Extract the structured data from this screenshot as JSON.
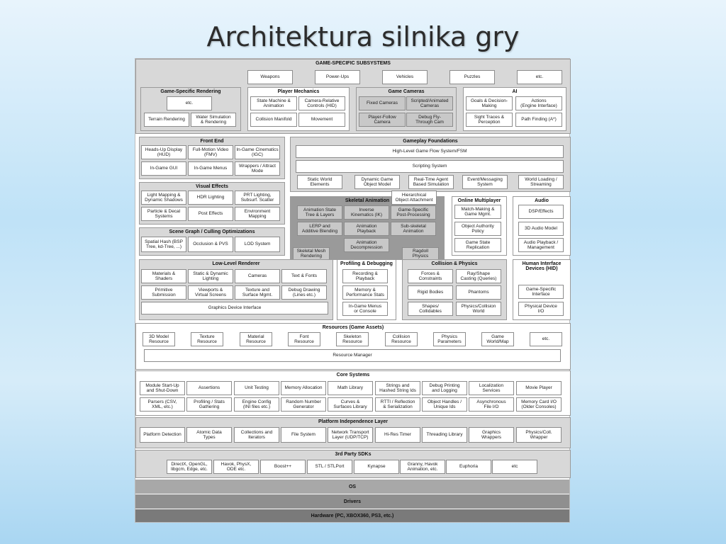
{
  "title": "Architektura silnika gry",
  "game_specific": {
    "header": "GAME-SPECIFIC SUBSYSTEMS",
    "top": [
      "Weapons",
      "Power-Ups",
      "Vehicles",
      "Puzzles",
      "etc."
    ],
    "rendering": {
      "header": "Game-Specific Rendering",
      "items": [
        "etc.",
        "Terrain Rendering",
        "Water Simulation\n& Rendering"
      ]
    },
    "player": {
      "header": "Player Mechanics",
      "items": [
        "State Machine &\nAnimation",
        "Camera-Relative\nControls (HID)",
        "Collision Manifold",
        "Movement"
      ]
    },
    "cameras": {
      "header": "Game Cameras",
      "items": [
        "Fixed Cameras",
        "Scripted/Animated\nCameras",
        "Player-Follow\nCamera",
        "Debug Fly-\nThrough Cam"
      ]
    },
    "ai": {
      "header": "AI",
      "items": [
        "Goals & Decision-\nMaking",
        "Actions\n(Engine Interface)",
        "Sight Traces &\nPerception",
        "Path Finding (A*)"
      ]
    }
  },
  "front_end": {
    "header": "Front End",
    "items": [
      "Heads-Up Display\n(HUD)",
      "Full-Motion Video\n(FMV)",
      "In-Game Cinematics\n(IGC)",
      "In-Game GUI",
      "In-Game Menus",
      "Wrappers / Attract\nMode"
    ]
  },
  "visual_effects": {
    "header": "Visual Effects",
    "items": [
      "Light Mapping &\nDynamic Shadows",
      "HDR Lighting",
      "PRT Lighting,\nSubsurf. Scatter",
      "Particle & Decal\nSystems",
      "Post Effects",
      "Environment\nMapping"
    ]
  },
  "scene_graph": {
    "header": "Scene Graph / Culling Optimizations",
    "items": [
      "Spatial Hash (BSP\nTree, kd-Tree, ...)",
      "Occlusion  & PVS",
      "LOD System"
    ]
  },
  "gameplay": {
    "header": "Gameplay Foundations",
    "flow": "High-Level Game Flow System/FSM",
    "scripting": "Scripting System",
    "items": [
      "Static World\nElements",
      "Dynamic Game\nObject Model",
      "Real-Time Agent\nBased Simulation",
      "Event/Messaging\nSystem",
      "World Loading /\nStreaming"
    ]
  },
  "skeletal": {
    "header": "Skeletal Animation",
    "hier": "Hierarchical\nObject Attachment",
    "items": [
      "Animation State\nTree & Layers",
      "Inverse\nKinematics (IK)",
      "Game-Specific\nPost-Processing",
      "LERP and\nAdditive Blending",
      "Animation\nPlayback",
      "Sub-skeletal\nAnimation",
      "Animation\nDecompression"
    ],
    "mesh": "Skeletal Mesh\nRendering",
    "ragdoll": "Ragdoll\nPhysics"
  },
  "online": {
    "header": "Online Multiplayer",
    "items": [
      "Match-Making &\nGame Mgmt.",
      "Object Authority\nPolicy",
      "Game State\nReplication"
    ]
  },
  "audio": {
    "header": "Audio",
    "items": [
      "DSP/Effects",
      "3D Audio Model",
      "Audio Playback /\nManagement"
    ]
  },
  "low_level": {
    "header": "Low-Level Renderer",
    "items": [
      "Materials &\nShaders",
      "Static & Dynamic\nLighting",
      "Cameras",
      "Text & Fonts",
      "Primitive\nSubmission",
      "Viewports &\nVirtual Screens",
      "Texture and\nSurface Mgmt.",
      "Debug Drawing\n(Lines etc.)"
    ],
    "gdi": "Graphics Device Interface"
  },
  "profiling": {
    "header": "Profiling & Debugging",
    "items": [
      "Recording &\nPlayback",
      "Memory &\nPerformance Stats",
      "In-Game Menus\nor Console"
    ]
  },
  "collision": {
    "header": "Collision & Physics",
    "items": [
      "Forces &\nConstraints",
      "Ray/Shape\nCasting (Queries)",
      "Rigid Bodies",
      "Phantoms",
      "Shapes/\nCollidables",
      "Physics/Collision\nWorld"
    ]
  },
  "hid": {
    "header": "Human Interface\nDevices (HID)",
    "items": [
      "Game-Specific\nInterface",
      "Physical Device\nI/O"
    ]
  },
  "resources": {
    "header": "Resources (Game Assets)",
    "items": [
      "3D Model\nResource",
      "Texture\nResource",
      "Material\nResource",
      "Font\nResource",
      "Skeleton\nResource",
      "Collision\nResource",
      "Physics\nParameters",
      "Game\nWorld/Map",
      "etc."
    ],
    "manager": "Resource Manager"
  },
  "core": {
    "header": "Core Systems",
    "row1": [
      "Module Start-Up\nand Shut-Down",
      "Assertions",
      "Unit Testing",
      "Memory Allocation",
      "Math Library",
      "Strings and\nHashed String Ids",
      "Debug Printing\nand Logging",
      "Localization\nServices",
      "Movie Player"
    ],
    "row2": [
      "Parsers (CSV,\nXML, etc.)",
      "Profiling / Stats\nGathering",
      "Engine Config\n(INI files etc.)",
      "Random Number\nGenerator",
      "Curves &\nSurfaces Library",
      "RTTI / Reflection\n& Serialization",
      "Object Handles /\nUnique Ids",
      "Asynchronous\nFile I/O",
      "Memory Card I/O\n(Older Consoles)"
    ]
  },
  "platform": {
    "header": "Platform Independence Layer",
    "items": [
      "Platform Detection",
      "Atomic Data\nTypes",
      "Collections and\nIterators",
      "File System",
      "Network Transport\nLayer (UDP/TCP)",
      "Hi-Res Timer",
      "Threading Library",
      "Graphics\nWrappers",
      "Physics/Coll.\nWrapper"
    ]
  },
  "sdks": {
    "header": "3rd Party SDKs",
    "items": [
      "DirectX, OpenGL,\nlibgcm, Edge, etc.",
      "Havok, PhysX,\nODE etc.",
      "Boost++",
      "STL / STLPort",
      "Kynapse",
      "Granny, Havok\nAnimation, etc.",
      "Euphoria",
      "etc"
    ]
  },
  "os": "OS",
  "drivers": "Drivers",
  "hardware": "Hardware (PC, XBOX360, PS3, etc.)"
}
